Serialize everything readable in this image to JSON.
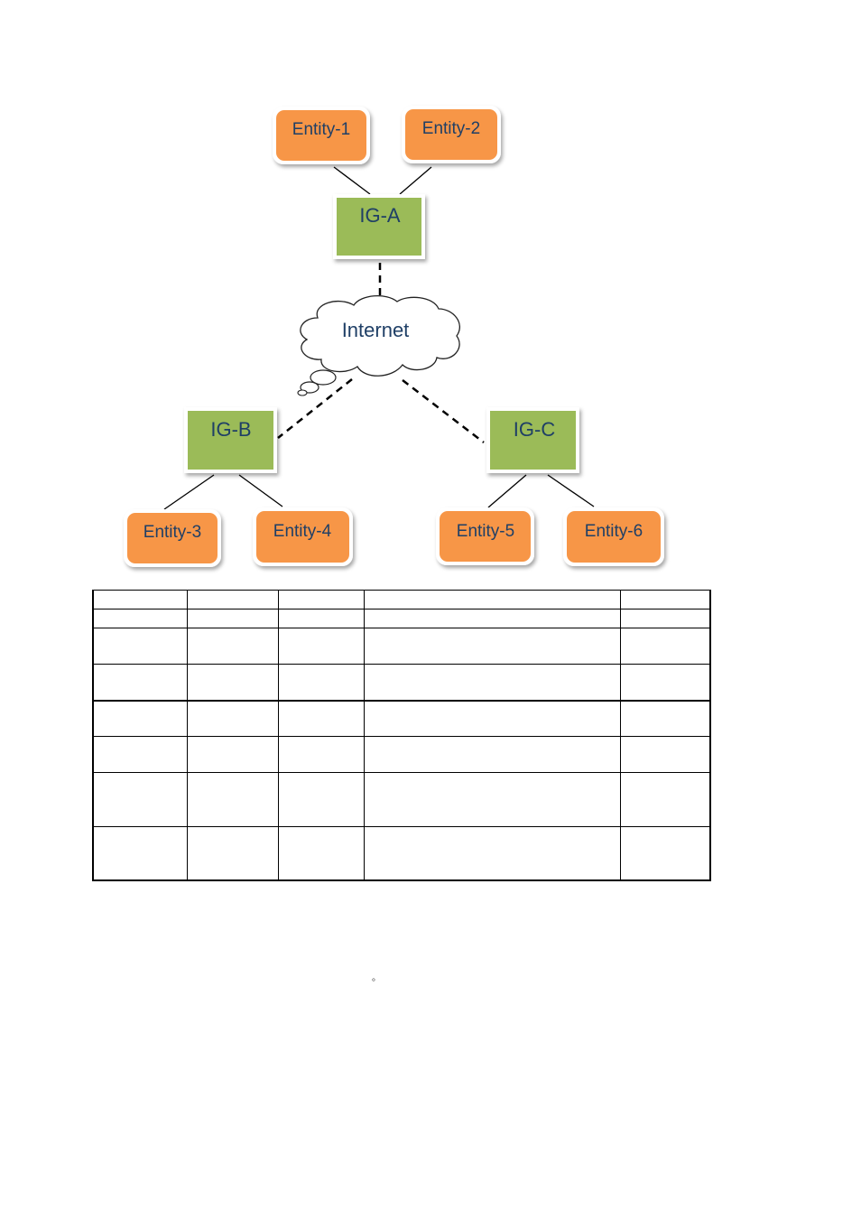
{
  "diagram": {
    "entities": [
      "Entity-1",
      "Entity-2",
      "Entity-3",
      "Entity-4",
      "Entity-5",
      "Entity-6"
    ],
    "gateways": [
      "IG-A",
      "IG-B",
      "IG-C"
    ],
    "network": "Internet",
    "connections": [
      {
        "from": "IG-A",
        "to": "Entity-1",
        "style": "solid"
      },
      {
        "from": "IG-A",
        "to": "Entity-2",
        "style": "solid"
      },
      {
        "from": "IG-A",
        "to": "Internet",
        "style": "dashed"
      },
      {
        "from": "Internet",
        "to": "IG-B",
        "style": "dashed"
      },
      {
        "from": "Internet",
        "to": "IG-C",
        "style": "dashed"
      },
      {
        "from": "IG-B",
        "to": "Entity-3",
        "style": "solid"
      },
      {
        "from": "IG-B",
        "to": "Entity-4",
        "style": "solid"
      },
      {
        "from": "IG-C",
        "to": "Entity-5",
        "style": "solid"
      },
      {
        "from": "IG-C",
        "to": "Entity-6",
        "style": "solid"
      }
    ],
    "colors": {
      "entity_fill": "#f79646",
      "gateway_fill": "#9bbb59",
      "label_text": "#1f3f66"
    }
  },
  "table": {
    "columns": 5,
    "rows": [
      [
        "",
        "",
        "",
        "",
        ""
      ],
      [
        "",
        "",
        "",
        "",
        ""
      ],
      [
        "",
        "",
        "",
        "",
        ""
      ],
      [
        "",
        "",
        "",
        "",
        ""
      ],
      [
        "",
        "",
        "",
        "",
        ""
      ],
      [
        "",
        "",
        "",
        "",
        ""
      ],
      [
        "",
        "",
        "",
        "",
        ""
      ],
      [
        "",
        "",
        "",
        "",
        ""
      ]
    ]
  },
  "stray_mark": "。"
}
